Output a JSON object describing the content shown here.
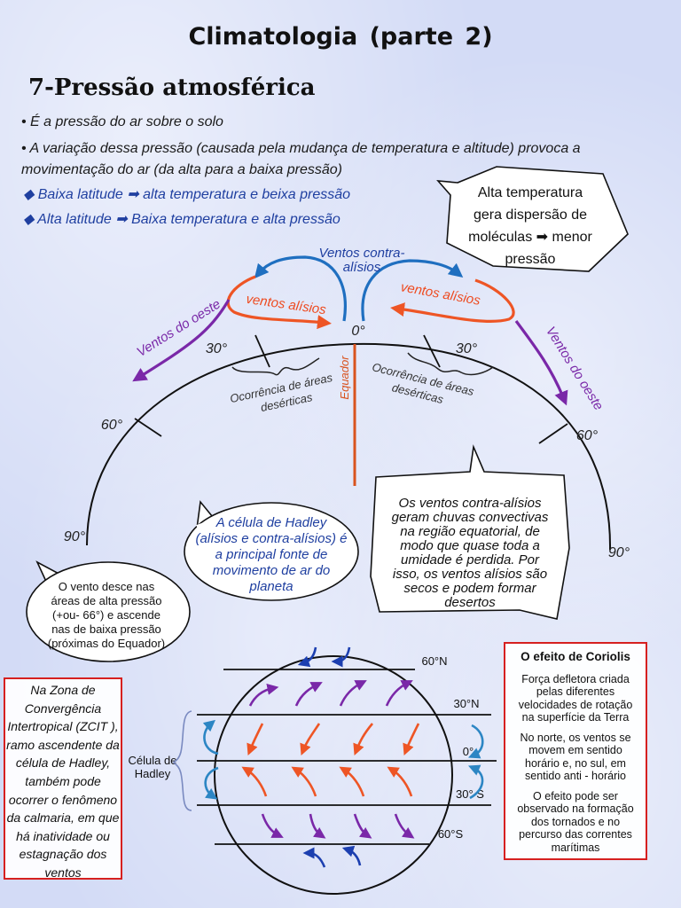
{
  "header": {
    "title": "Climatologia   (parte  2)",
    "subtitle": "7-Pressão atmosférica"
  },
  "bullets": {
    "b1": "• É a pressão do ar sobre o solo",
    "b2_line1": "• A variação dessa pressão (causada pela mudança de temperatura e altitude) provoca a",
    "b2_line2": "movimentação do ar (da alta para a baixa pressão)",
    "b3": "◆ Baixa latitude ➡ alta temperatura e beixa pressão",
    "b4": "◆ Alta latitude ➡ Baixa temperatura e alta pressão"
  },
  "callouts": {
    "top_right": [
      "Alta temperatura",
      "gera dispersão de",
      "moléculas ➡ menor",
      "pressão"
    ],
    "hadley": [
      "A célula de Hadley",
      "(alísios e contra-alísios) é",
      "a principal fonte de",
      "movimento de ar do",
      "planeta"
    ],
    "contra_alisios": [
      "Os ventos contra-alísios",
      "geram chuvas convectivas",
      "na região equatorial, de",
      "modo que quase toda a",
      "umidade é  perdida. Por",
      "isso, os ventos alísios são",
      "secos e podem formar",
      "desertos"
    ],
    "vento_desce": [
      "O vento desce nas",
      "áreas de alta pressão",
      "(+ou- 66°) e ascende",
      "nas de baixa pressão",
      "(próximas do Equador)"
    ]
  },
  "diagram": {
    "ventos_contra_alisios": [
      "Ventos contra-",
      "alísios"
    ],
    "ventos_alisios": "ventos alísios",
    "ventos_do_oeste": "Ventos do oeste",
    "zero": "0°",
    "thirty": "30°",
    "sixty": "60°",
    "ninety": "90°",
    "equador": "Equador",
    "ocorrencia": [
      "Ocorrência de áreas",
      "desérticas"
    ]
  },
  "zcit_box": [
    "Na Zona de",
    "Convergência",
    "Intertropical (ZCIT ),",
    "ramo ascendente da",
    "célula de Hadley,",
    "também pode",
    "ocorrer o fenômeno",
    "da calmaria, em que",
    "há inatividade ou",
    "estagnação dos",
    "ventos"
  ],
  "globe": {
    "lat_60n": "60°N",
    "lat_30n": "30°N",
    "lat_0": "0°",
    "lat_30s": "30° S",
    "lat_60s": "60°S",
    "hadley_label": [
      "Célula de",
      "Hadley"
    ]
  },
  "coriolis_box": {
    "title": "O efeito de Coriolis",
    "p1": [
      "Força defletora criada",
      "pelas diferentes",
      "velocidades de rotação",
      "na superfície da Terra"
    ],
    "p2": [
      "No norte, os ventos se",
      "movem em sentido",
      "horário e, no sul, em",
      "sentido anti - horário"
    ],
    "p3": [
      "O efeito pode ser",
      "observado na formação",
      "dos tornados e no",
      "percurso das correntes",
      "marítimas"
    ]
  },
  "colors": {
    "blue_arrow": "#1f6fc0",
    "orange_arrow": "#ee5525",
    "purple_arrow": "#7a28a8",
    "text_blue": "#1f3fa0",
    "red_border": "#d62020"
  }
}
